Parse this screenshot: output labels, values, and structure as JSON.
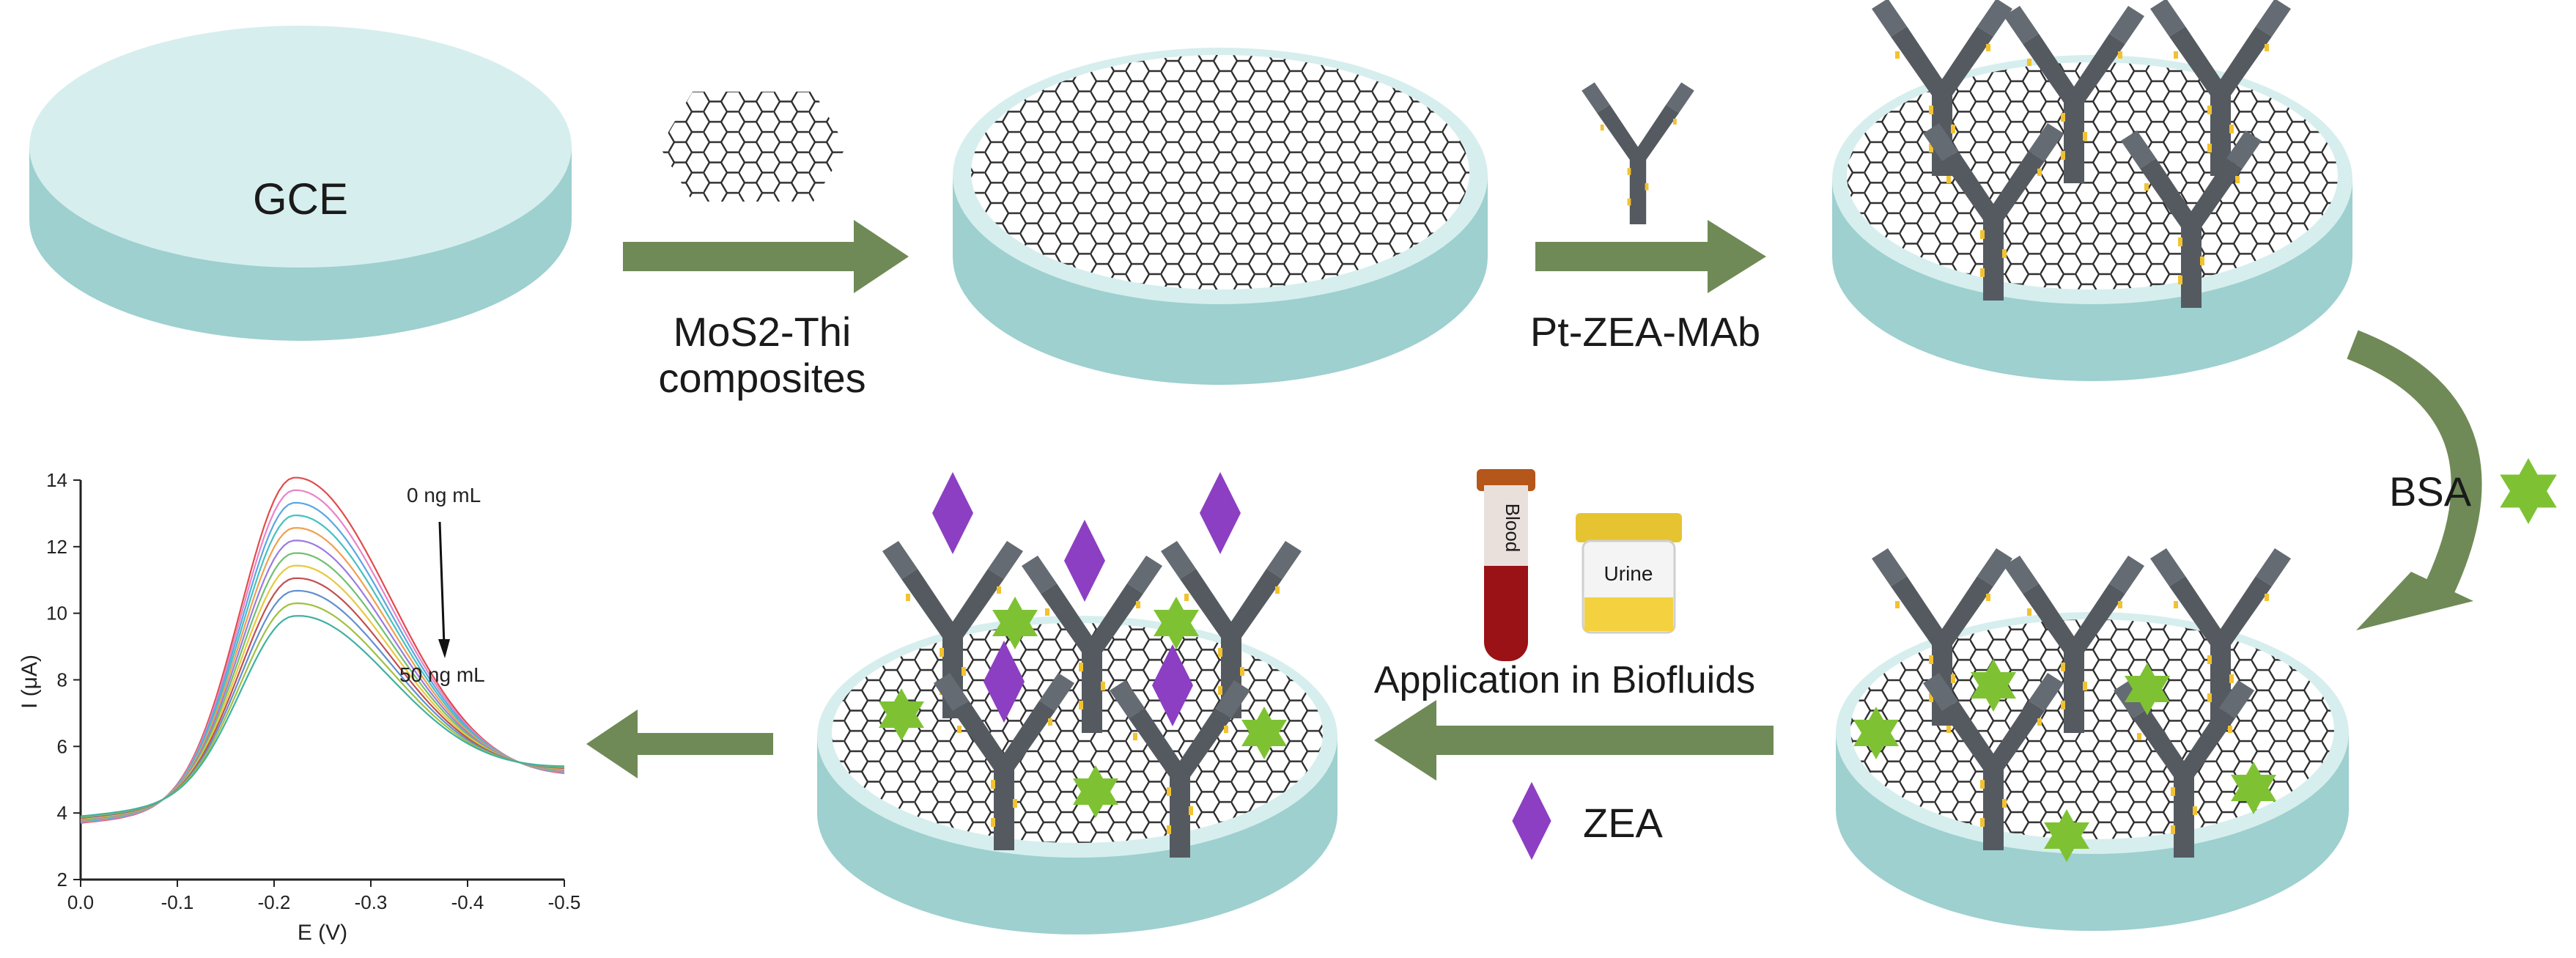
{
  "labels": {
    "gce": "GCE",
    "step1_line1": "MoS2-Thi",
    "step1_line2": "composites",
    "step2": "Pt-ZEA-MAb",
    "step3": "BSA",
    "biofluids": "Application in Biofluids",
    "blood_tube": "Blood",
    "urine_cup": "Urine",
    "zea_legend": "ZEA"
  },
  "colors": {
    "disk_top": "#d7eeee",
    "disk_side": "#9dd0cf",
    "arrow": "#6f8a56",
    "antibody": "#555a61",
    "antibody_tag": "#f2c230",
    "bsa_star": "#7ec234",
    "zea_diamond": "#8c3fc2"
  },
  "chart_data": {
    "type": "line",
    "title": "",
    "xlabel": "E (V)",
    "ylabel": "I (μA)",
    "xlim": [
      0.0,
      -0.5
    ],
    "ylim": [
      2,
      14
    ],
    "xticks": [
      "0.0",
      "-0.1",
      "-0.2",
      "-0.3",
      "-0.4",
      "-0.5"
    ],
    "yticks": [
      "2",
      "4",
      "6",
      "8",
      "10",
      "12",
      "14"
    ],
    "annotations": {
      "top": "0 ng mL",
      "bottom": "50 ng mL"
    },
    "grid": false,
    "peak_potential": -0.22,
    "series": [
      {
        "peak": 14.0,
        "color": "#e24b4b"
      },
      {
        "peak": 13.6,
        "color": "#e884c8"
      },
      {
        "peak": 13.2,
        "color": "#5aa7e0"
      },
      {
        "peak": 12.8,
        "color": "#48c0c0"
      },
      {
        "peak": 12.4,
        "color": "#f0a050"
      },
      {
        "peak": 12.0,
        "color": "#9a7ce0"
      },
      {
        "peak": 11.6,
        "color": "#70c070"
      },
      {
        "peak": 11.2,
        "color": "#e8c840"
      },
      {
        "peak": 10.8,
        "color": "#c05050"
      },
      {
        "peak": 10.4,
        "color": "#6090d0"
      },
      {
        "peak": 10.0,
        "color": "#a0c040"
      },
      {
        "peak": 9.6,
        "color": "#40b0a0"
      }
    ]
  }
}
